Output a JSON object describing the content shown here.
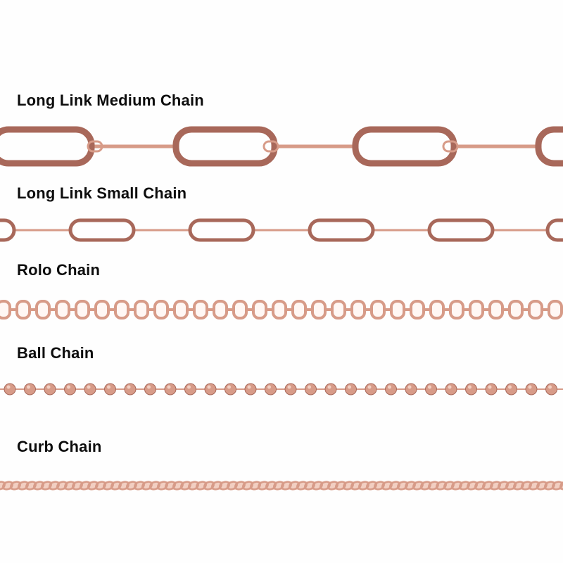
{
  "chains": [
    {
      "label": "Long Link Medium Chain",
      "style": "long-link-medium"
    },
    {
      "label": "Long Link Small Chain",
      "style": "long-link-small"
    },
    {
      "label": "Rolo Chain",
      "style": "rolo"
    },
    {
      "label": "Ball Chain",
      "style": "ball"
    },
    {
      "label": "Curb Chain",
      "style": "curb"
    }
  ],
  "colors": {
    "rose_dark": "#a8685a",
    "rose_mid": "#d79b88",
    "rose_light": "#f2cfc2",
    "text": "#0d0d0d"
  }
}
